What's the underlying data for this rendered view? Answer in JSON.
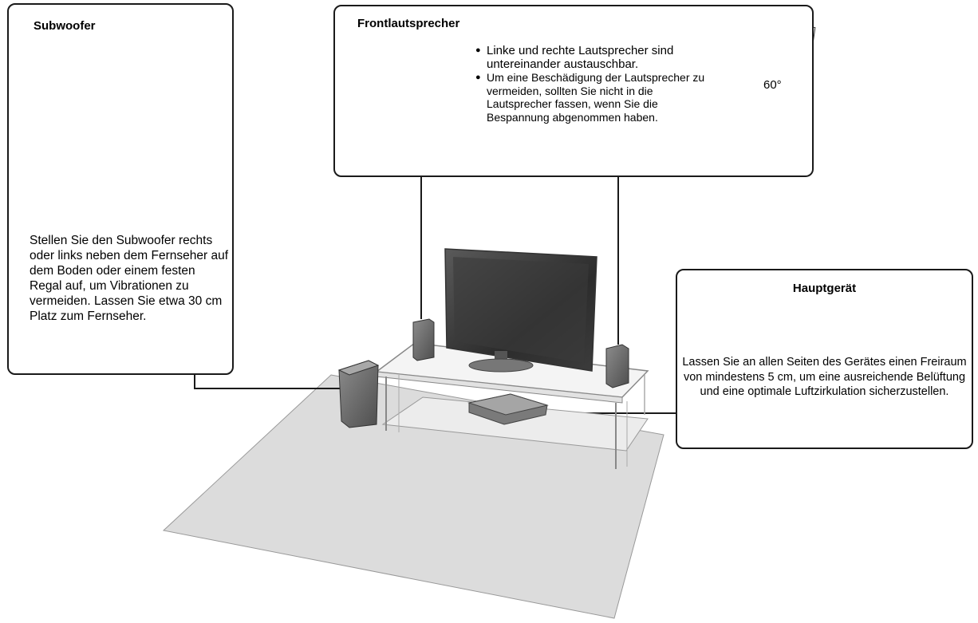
{
  "subwoofer": {
    "title": "Subwoofer",
    "text": "Stellen Sie den Subwoofer rechts oder links neben dem Fernseher auf dem Boden oder einem festen Regal auf, um Vibrationen zu vermeiden. Lassen Sie etwa 30 cm Platz zum Fernseher."
  },
  "front_speakers": {
    "title": "Frontlautsprecher",
    "bullets": [
      "Linke und rechte Lautsprecher sind untereinander austauschbar.",
      "Um eine Beschädigung der Lautsprecher zu vermeiden, sollten Sie nicht in die Lautsprecher fassen, wenn Sie die Bespannung abgenommen haben."
    ],
    "angle_label": "60°"
  },
  "main_unit": {
    "title": "Hauptgerät",
    "text": "Lassen Sie an allen Seiten des Gerätes einen Freiraum von mindestens 5 cm, um eine ausreichende Belüftung und eine optimale Luftzirkulation sicherzustellen."
  },
  "colors": {
    "border": "#1a1a1a",
    "floor": "#dcdcdc",
    "device": "#8a8a8a"
  }
}
